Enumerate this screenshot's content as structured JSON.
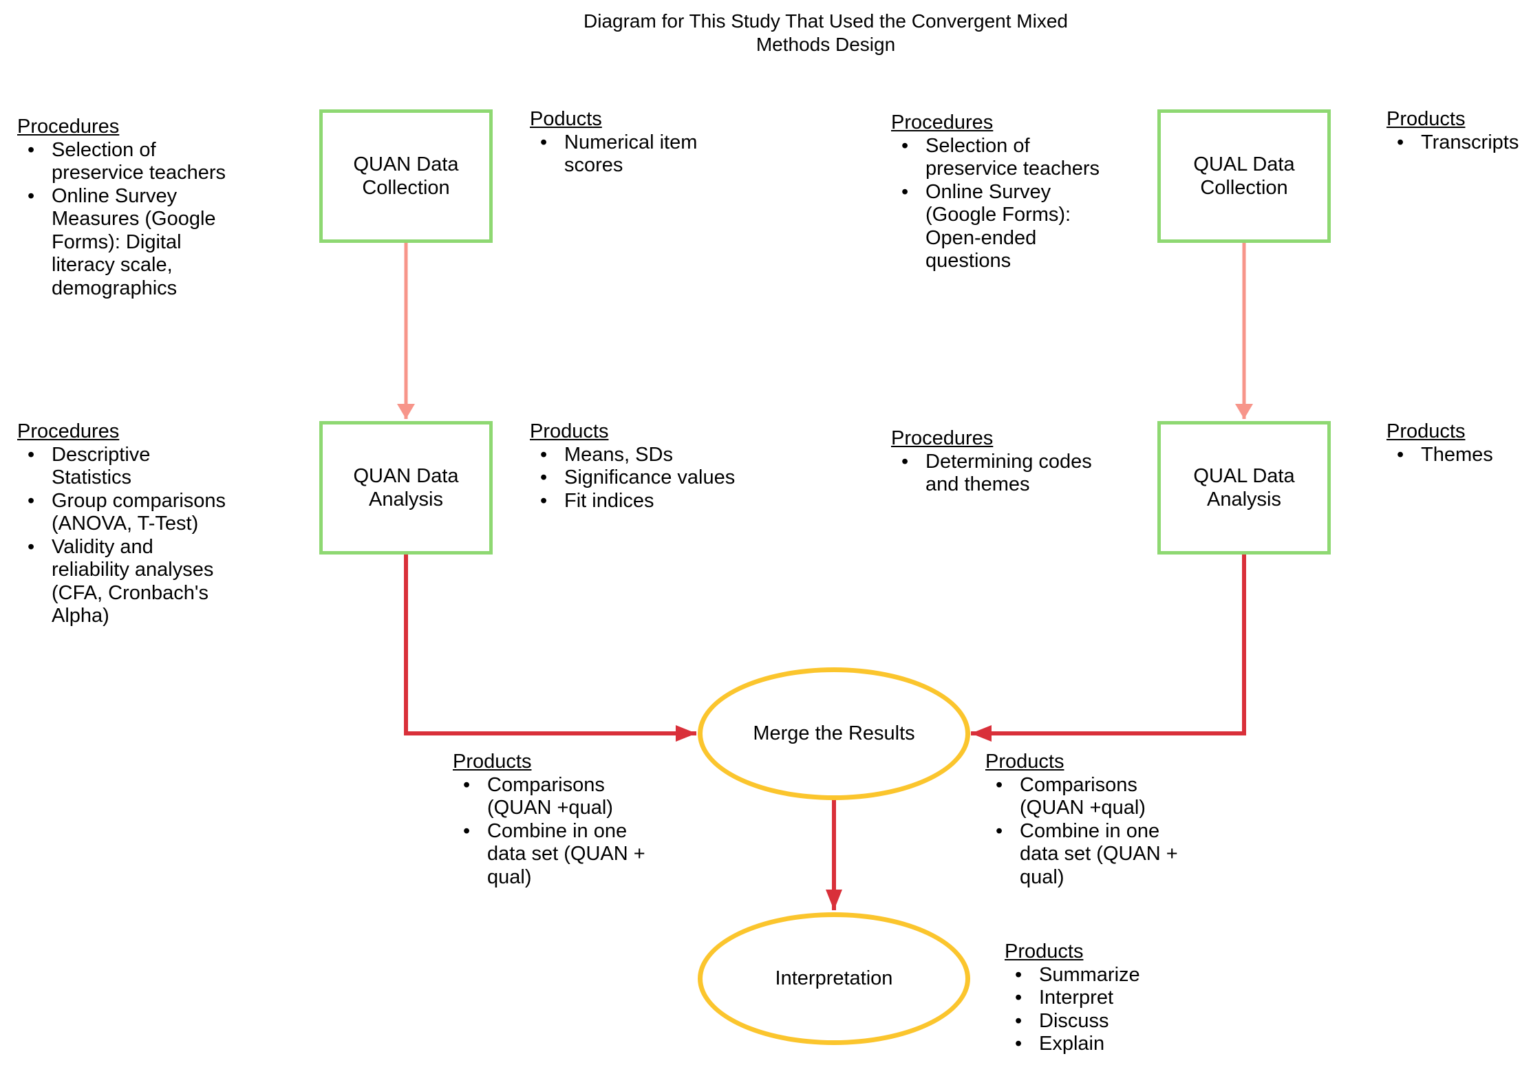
{
  "title": {
    "line1": "Diagram for This Study That Used the Convergent Mixed",
    "line2": "Methods Design"
  },
  "colors": {
    "box_border": "#8ed872",
    "oval_border": "#fbc52d",
    "light_arrow": "#f7958a",
    "dark_arrow": "#d9303a"
  },
  "nodes": {
    "quan_collection": {
      "line1": "QUAN Data",
      "line2": "Collection"
    },
    "quan_analysis": {
      "line1": "QUAN Data",
      "line2": "Analysis"
    },
    "qual_collection": {
      "line1": "QUAL Data",
      "line2": "Collection"
    },
    "qual_analysis": {
      "line1": "QUAL Data",
      "line2": "Analysis"
    },
    "merge": {
      "label": "Merge the Results"
    },
    "interpretation": {
      "label": "Interpretation"
    }
  },
  "notes": {
    "quan_collection_procedures": {
      "heading": "Procedures",
      "items": [
        [
          "Selection of",
          "preservice teachers"
        ],
        [
          "Online Survey",
          "Measures (Google",
          "Forms): Digital",
          "literacy scale,",
          "demographics"
        ]
      ]
    },
    "quan_collection_products": {
      "heading": "Poducts",
      "items": [
        [
          "Numerical item",
          "scores"
        ]
      ]
    },
    "qual_collection_procedures": {
      "heading": "Procedures",
      "items": [
        [
          "Selection of",
          "preservice teachers"
        ],
        [
          "Online Survey",
          "(Google Forms):",
          "Open-ended",
          "questions"
        ]
      ]
    },
    "qual_collection_products": {
      "heading": "Products",
      "items": [
        [
          "Transcripts"
        ]
      ]
    },
    "quan_analysis_procedures": {
      "heading": "Procedures",
      "items": [
        [
          "Descriptive",
          "Statistics"
        ],
        [
          "Group comparisons",
          "(ANOVA, T-Test)"
        ],
        [
          "Validity and",
          "reliability analyses",
          "(CFA, Cronbach's",
          "Alpha)"
        ]
      ]
    },
    "quan_analysis_products": {
      "heading": "Products",
      "items": [
        [
          "Means, SDs"
        ],
        [
          "Significance values"
        ],
        [
          "Fit indices"
        ]
      ]
    },
    "qual_analysis_procedures": {
      "heading": "Procedures",
      "items": [
        [
          "Determining codes",
          "and themes"
        ]
      ]
    },
    "qual_analysis_products": {
      "heading": "Products",
      "items": [
        [
          "Themes"
        ]
      ]
    },
    "merge_products_left": {
      "heading": "Products",
      "items": [
        [
          "Comparisons",
          "(QUAN +qual)"
        ],
        [
          "Combine in one",
          "data set (QUAN +",
          "qual)"
        ]
      ]
    },
    "merge_products_right": {
      "heading": "Products",
      "items": [
        [
          "Comparisons",
          "(QUAN +qual)"
        ],
        [
          "Combine in one",
          "data set (QUAN +",
          "qual)"
        ]
      ]
    },
    "interpretation_products": {
      "heading": "Products",
      "items": [
        [
          "Summarize"
        ],
        [
          "Interpret"
        ],
        [
          "Discuss"
        ],
        [
          "Explain"
        ]
      ]
    }
  }
}
